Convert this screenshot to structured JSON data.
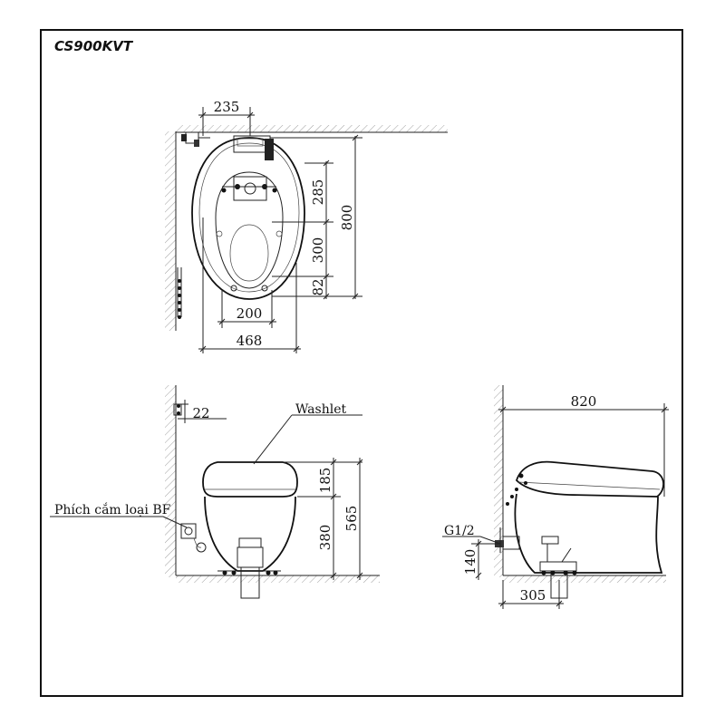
{
  "title": "CS900KVT",
  "top_view": {
    "dim_inlet_offset": "235",
    "dim_depth_1": "285",
    "dim_depth_2": "300",
    "dim_depth_3": "82",
    "dim_total_depth": "800",
    "dim_bolt_spacing": "200",
    "dim_width": "468"
  },
  "front_view": {
    "dim_outlet": "22",
    "label_seat": "Washlet",
    "label_plug": "Phích cắm loại BF",
    "dim_seat_height": "185",
    "dim_bowl_height": "380",
    "dim_total_height": "565"
  },
  "side_view": {
    "dim_total_length": "820",
    "label_supply": "G1/2",
    "dim_supply_height": "140",
    "dim_rough_in": "305"
  }
}
